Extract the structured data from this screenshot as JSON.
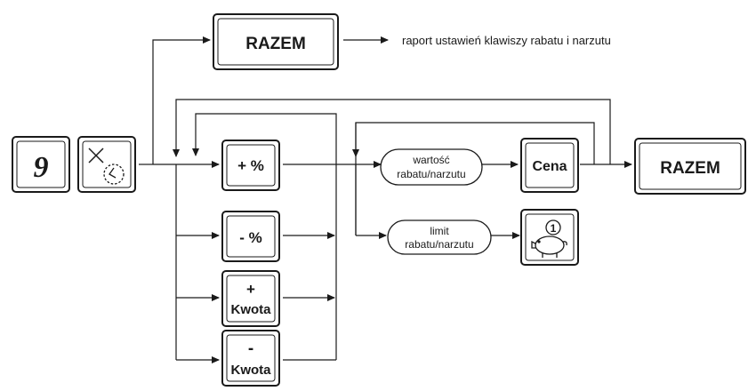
{
  "keys": {
    "nine": "9",
    "razem_top": "RAZEM",
    "plus_percent": "+ %",
    "minus_percent": "- %",
    "plus_kwota_sign": "+",
    "plus_kwota_label": "Kwota",
    "minus_kwota_sign": "-",
    "minus_kwota_label": "Kwota",
    "cena": "Cena",
    "razem_final": "RAZEM",
    "piggy_badge": "1"
  },
  "labels": {
    "report": "raport ustawień klawiszy rabatu i narzutu",
    "value_line1": "wartość",
    "value_line2": "rabatu/narzutu",
    "limit_line1": "limit",
    "limit_line2": "rabatu/narzutu"
  },
  "icons": {
    "multiply_clock": "multiply-clock-icon",
    "piggy_bank": "piggy-bank-icon"
  }
}
